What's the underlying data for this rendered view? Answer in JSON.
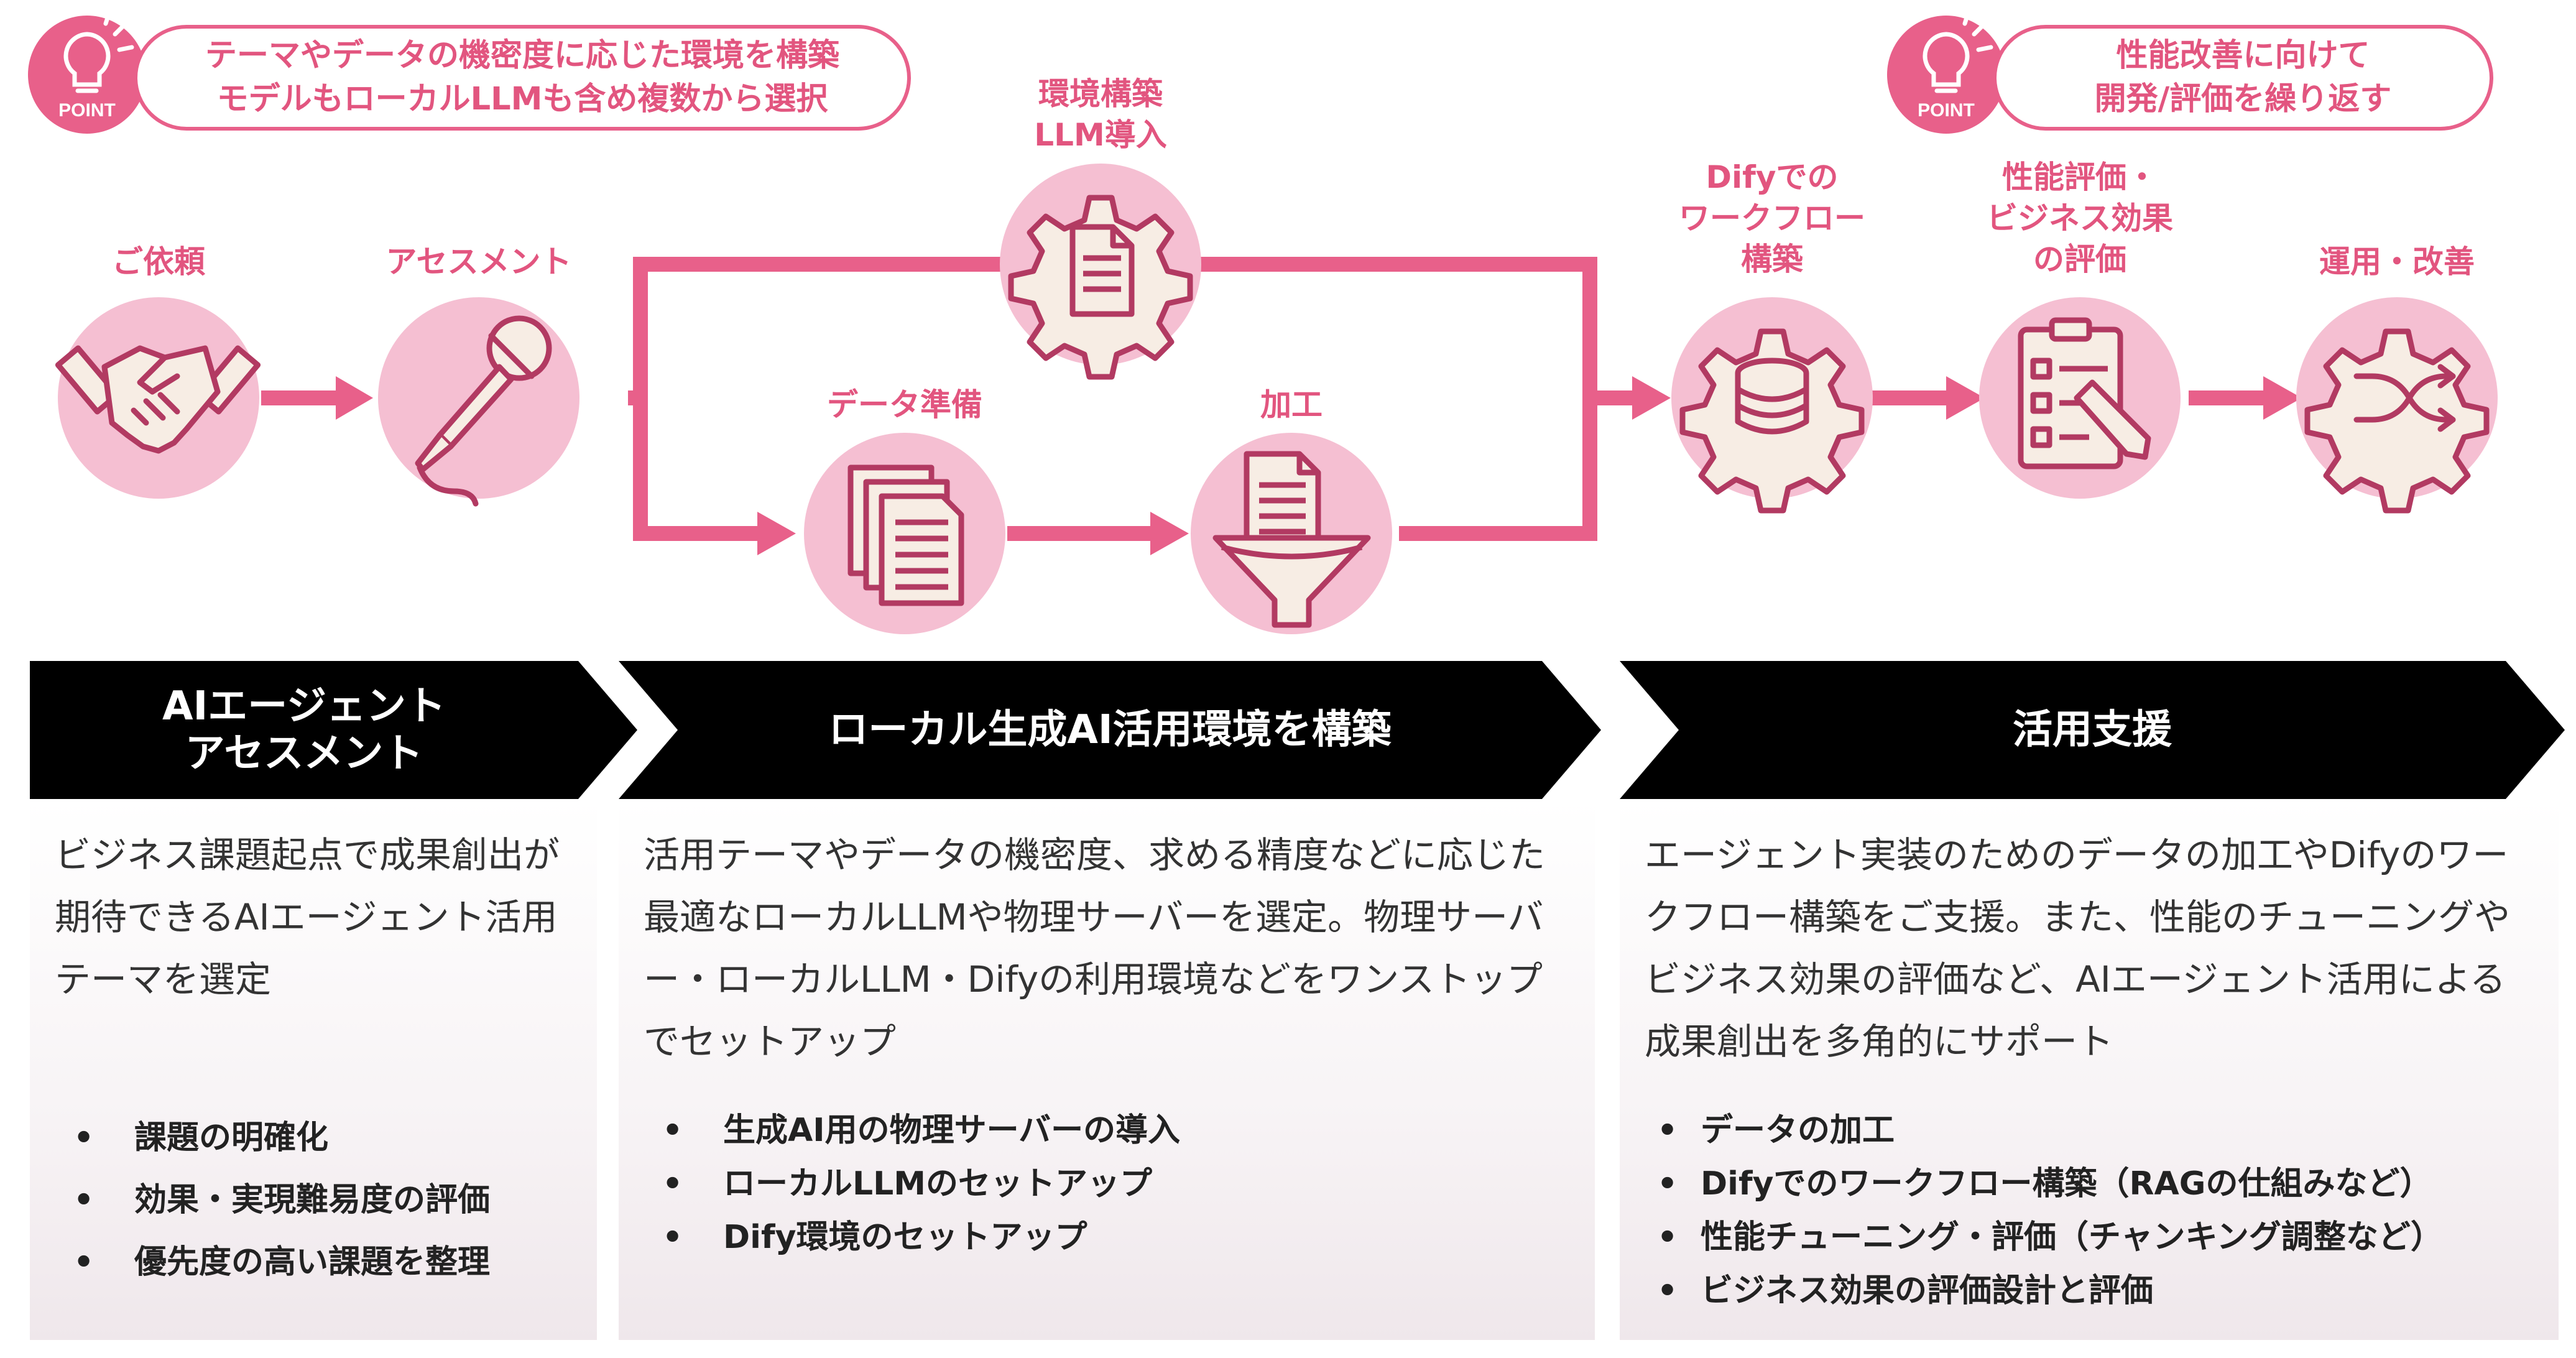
{
  "points": [
    {
      "badge": "POINT",
      "lines": [
        "テーマやデータの機密度に応じた環境を構築",
        "モデルもローカルLLMも含め複数から選択"
      ]
    },
    {
      "badge": "POINT",
      "lines": [
        "性能改善に向けて",
        "開発/評価を繰り返す"
      ]
    }
  ],
  "steps": {
    "request": {
      "label_lines": [
        "ご依頼"
      ],
      "icon": "handshake-icon"
    },
    "assessment": {
      "label_lines": [
        "アセスメント"
      ],
      "icon": "microphone-icon"
    },
    "env_build": {
      "label_lines": [
        "環境構築",
        "LLM導入"
      ],
      "icon": "gear-document-icon"
    },
    "data_prep": {
      "label_lines": [
        "データ準備"
      ],
      "icon": "documents-icon"
    },
    "processing": {
      "label_lines": [
        "加工"
      ],
      "icon": "document-funnel-icon"
    },
    "workflow": {
      "label_lines": [
        "Difyでの",
        "ワークフロー",
        "構築"
      ],
      "icon": "gear-database-icon"
    },
    "evaluation": {
      "label_lines": [
        "性能評価・",
        "ビジネス効果",
        "の評価"
      ],
      "icon": "checklist-pencil-icon"
    },
    "operation": {
      "label_lines": [
        "運用・改善"
      ],
      "icon": "gear-shuffle-icon"
    }
  },
  "phases": [
    {
      "title_lines": [
        "AIエージェント",
        "アセスメント"
      ],
      "description": "ビジネス課題起点で成果創出が期待できるAIエージェント活用テーマを選定",
      "bullets": [
        "課題の明確化",
        "効果・実現難易度の評価",
        "優先度の高い課題を整理"
      ]
    },
    {
      "title_lines": [
        "ローカル生成AI活用環境を構築"
      ],
      "description": "活用テーマやデータの機密度、求める精度などに応じた最適なローカルLLMや物理サーバーを選定。物理サーバー・ローカルLLM・Difyの利用環境などをワンストップでセットアップ",
      "bullets": [
        "生成AI用の物理サーバーの導入",
        "ローカルLLMのセットアップ",
        "Dify環境のセットアップ"
      ]
    },
    {
      "title_lines": [
        "活用支援"
      ],
      "description": "エージェント実装のためのデータの加工やDifyのワークフロー構築をご支援。また、性能のチューニングやビジネス効果の評価など、AIエージェント活用による成果創出を多角的にサポート",
      "bullets": [
        "データの加工",
        "Difyでのワークフロー構築（RAGの仕組みなど）",
        "性能チューニング・評価（チャンキング調整など）",
        "ビジネス効果の評価設計と評価"
      ]
    }
  ],
  "colors": {
    "accent": "#e8608a",
    "circle_fill": "#f5bfd2",
    "icon_fill": "#f7ede4",
    "icon_stroke": "#b23a62",
    "arrow_head": "#000000"
  }
}
